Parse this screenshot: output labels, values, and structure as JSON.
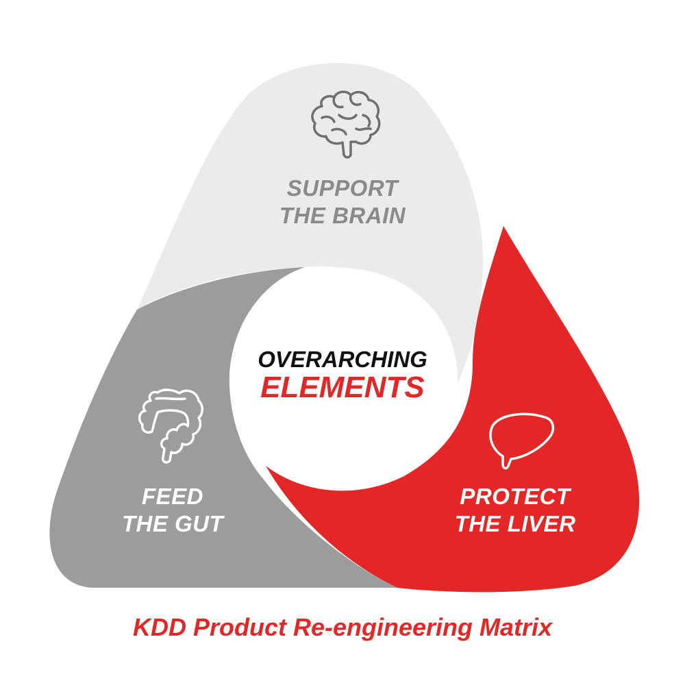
{
  "colors": {
    "brain_segment": "#ebebeb",
    "gut_segment": "#9c9c9c",
    "liver_segment": "#e32626",
    "brain_text": "#8a8a8a",
    "light_text": "#ffffff",
    "center_top_text": "#111111",
    "accent": "#e32626"
  },
  "segments": {
    "brain": {
      "icon": "brain-icon",
      "line1": "SUPPORT",
      "line2": "THE BRAIN"
    },
    "gut": {
      "icon": "intestine-icon",
      "line1": "FEED",
      "line2": "THE GUT"
    },
    "liver": {
      "icon": "liver-icon",
      "line1": "PROTECT",
      "line2": "THE LIVER"
    }
  },
  "center": {
    "line1": "OVERARCHING",
    "line2": "ELEMENTS"
  },
  "footer": {
    "title": "KDD Product Re-engineering Matrix"
  }
}
